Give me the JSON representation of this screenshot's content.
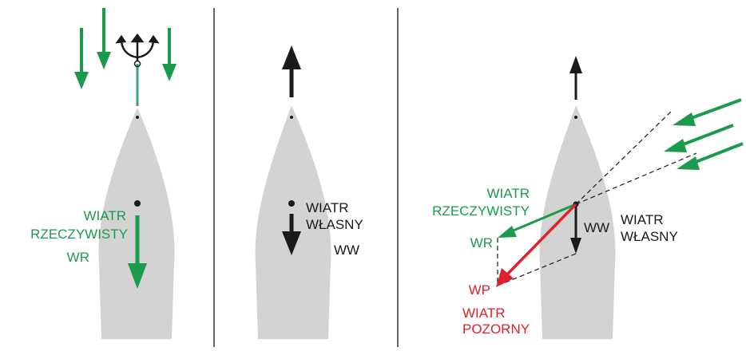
{
  "colors": {
    "hull": "#d3d3d3",
    "true_wind": "#1a9a4a",
    "own_wind": "#1a1a1a",
    "apparent_wind": "#e0202a",
    "divider": "#333333",
    "mast": "#3fa07a"
  },
  "panels": {
    "left": {
      "label_line1": "WIATR",
      "label_line2": "RZECZYWISTY",
      "abbr": "WR"
    },
    "middle": {
      "label_line1": "WIATR",
      "label_line2": "WŁASNY",
      "abbr": "WW"
    },
    "right": {
      "true_wind_line1": "WIATR",
      "true_wind_line2": "RZECZYWISTY",
      "true_wind_abbr": "WR",
      "own_wind_abbr": "WW",
      "own_wind_line1": "WIATR",
      "own_wind_line2": "WŁASNY",
      "apparent_wind_abbr": "WP",
      "apparent_wind_line1": "WIATR",
      "apparent_wind_line2": "POZORNY"
    }
  }
}
